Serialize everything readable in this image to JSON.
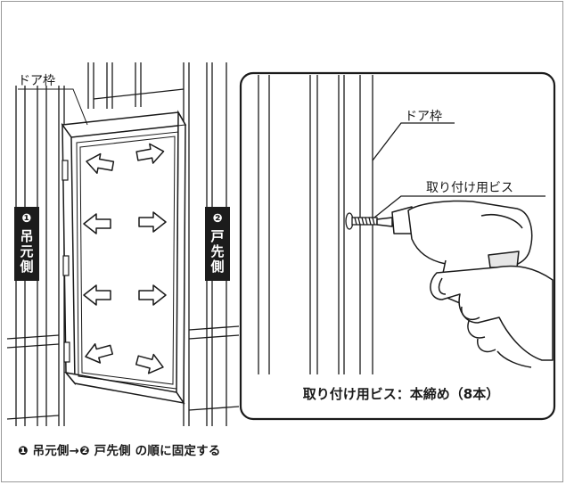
{
  "labels": {
    "door_frame_left": "ドア枠",
    "door_frame_detail": "ドア枠",
    "screw": "取り付け用ビス",
    "detail_caption": "取り付け用ビス：本締め（8本）"
  },
  "side_labels": {
    "hinge_side": {
      "number": "❶",
      "chars": [
        "吊",
        "元",
        "側"
      ]
    },
    "latch_side": {
      "number": "❷",
      "chars": [
        "戸",
        "先",
        "側"
      ]
    }
  },
  "instruction": "❶ 吊元側→❷ 戸先側 の順に固定する",
  "icons": [
    "arrow-left-icon",
    "arrow-right-icon",
    "screw-icon",
    "drill-icon",
    "hand-icon"
  ],
  "colors": {
    "label_bg": "#1c1c1c",
    "line": "#1a1a1a",
    "border": "#9a9a9a"
  }
}
